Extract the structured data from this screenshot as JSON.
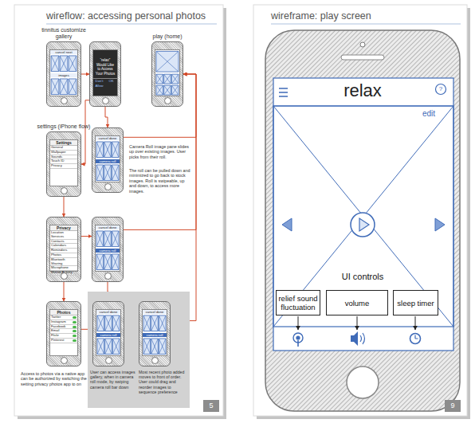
{
  "diagram": {
    "nodes": [
      {
        "text": [
          "tinnitus customize gallery",
          "cancel next",
          "images"
        ]
      },
      {
        "text": [
          "“relax” Would Like to Access Your Photos",
          "Don’t Allow",
          "OK"
        ]
      },
      {
        "text": [
          "play (home)"
        ]
      },
      {
        "text": [
          "settings (iPhone flow)",
          "Settings",
          "General",
          "Wallpaper",
          "Sounds",
          "Touch ID",
          "Privacy"
        ]
      },
      {
        "text": [
          "cancel done",
          "camera roll"
        ]
      },
      {
        "text": [
          "Privacy",
          "Location Services",
          "Contacts",
          "Calendars",
          "Reminders",
          "Photos",
          "Bluetooth Sharing",
          "Microphone",
          "Motion Activity"
        ]
      },
      {
        "text": [
          "cancel done",
          "camera roll"
        ]
      },
      {
        "text": [
          "Photos",
          "Twitter",
          "Instagram",
          "Facebook",
          "Email",
          "Flickr",
          "Pinterest"
        ]
      },
      {
        "text": [
          "User can access images gallery, when in camera roll mode, by swiping camera roll bar down",
          "Most recent photo added moves to front of order. User could drag and reorder images to sequence preference"
        ]
      },
      {
        "text": [
          "cancel done",
          "camera roll"
        ],
        "in": 8
      },
      {
        "text": [
          "cancel done",
          "camera roll"
        ],
        "in": 8
      },
      {
        "text": [
          "relief sound fluctuation"
        ]
      },
      {
        "text": [
          "volume"
        ]
      },
      {
        "text": [
          "sleep timer"
        ]
      }
    ],
    "edges": [
      {
        "from": 0,
        "to": 1,
        "arrow": "to"
      },
      {
        "from": 1,
        "to": 3,
        "arrow": "to"
      },
      {
        "from": 1,
        "to": 4,
        "arrow": "to"
      },
      {
        "from": 3,
        "to": 5,
        "arrow": "to"
      },
      {
        "from": 5,
        "to": 6,
        "arrow": "to"
      },
      {
        "from": 5,
        "to": 7,
        "arrow": "to"
      },
      {
        "from": 4,
        "to": 2,
        "arrow": "to"
      },
      {
        "from": 6,
        "to": 2,
        "arrow": "to"
      },
      {
        "from": 6,
        "to": 9,
        "arrow": "to"
      },
      {
        "from": 7,
        "to": 9,
        "arrow": "to"
      },
      {
        "from": 9,
        "to": 10,
        "arrow": "to"
      },
      {
        "from": 10,
        "to": 2,
        "arrow": "to"
      }
    ],
    "labels": [
      "wireflow: accessing personal photos",
      "Camera Roll image pane slides up over existing images. User picks from their roll.",
      "The roll can be pulled down and minimized to go back to stock images. Roll is swipeable, up and down, to access more images.",
      "Access to photos via a native app can be authorized by switching the setting privacy photos app to on",
      "5",
      "wireframe: play screen",
      "relax",
      "edit",
      "UI controls",
      "?",
      "9"
    ]
  }
}
